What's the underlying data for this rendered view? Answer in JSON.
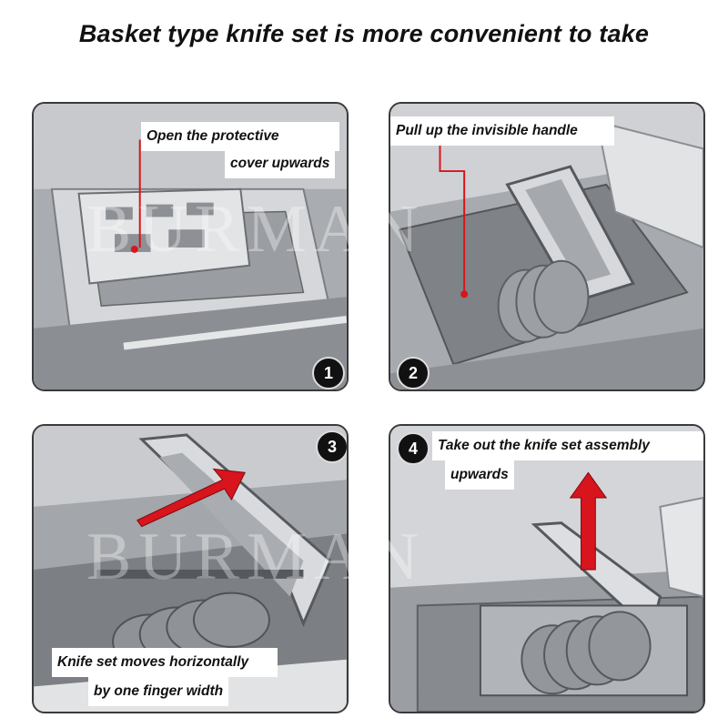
{
  "headline": "Basket type knife set is more convenient to take",
  "watermark": "BURMAN",
  "steps": [
    {
      "number": "1",
      "label_line1": "Open the protective",
      "label_line2": "cover upwards"
    },
    {
      "number": "2",
      "label_line1": "Pull up the invisible handle",
      "label_line2": ""
    },
    {
      "number": "3",
      "label_line1": "Knife set moves horizontally",
      "label_line2": "by one finger width"
    },
    {
      "number": "4",
      "label_line1": "Take out the knife set assembly",
      "label_line2": "upwards"
    }
  ],
  "colors": {
    "accent_red": "#d8141c",
    "steel_light": "#d9dadc",
    "steel_dark": "#8e9196",
    "badge": "#111111"
  }
}
